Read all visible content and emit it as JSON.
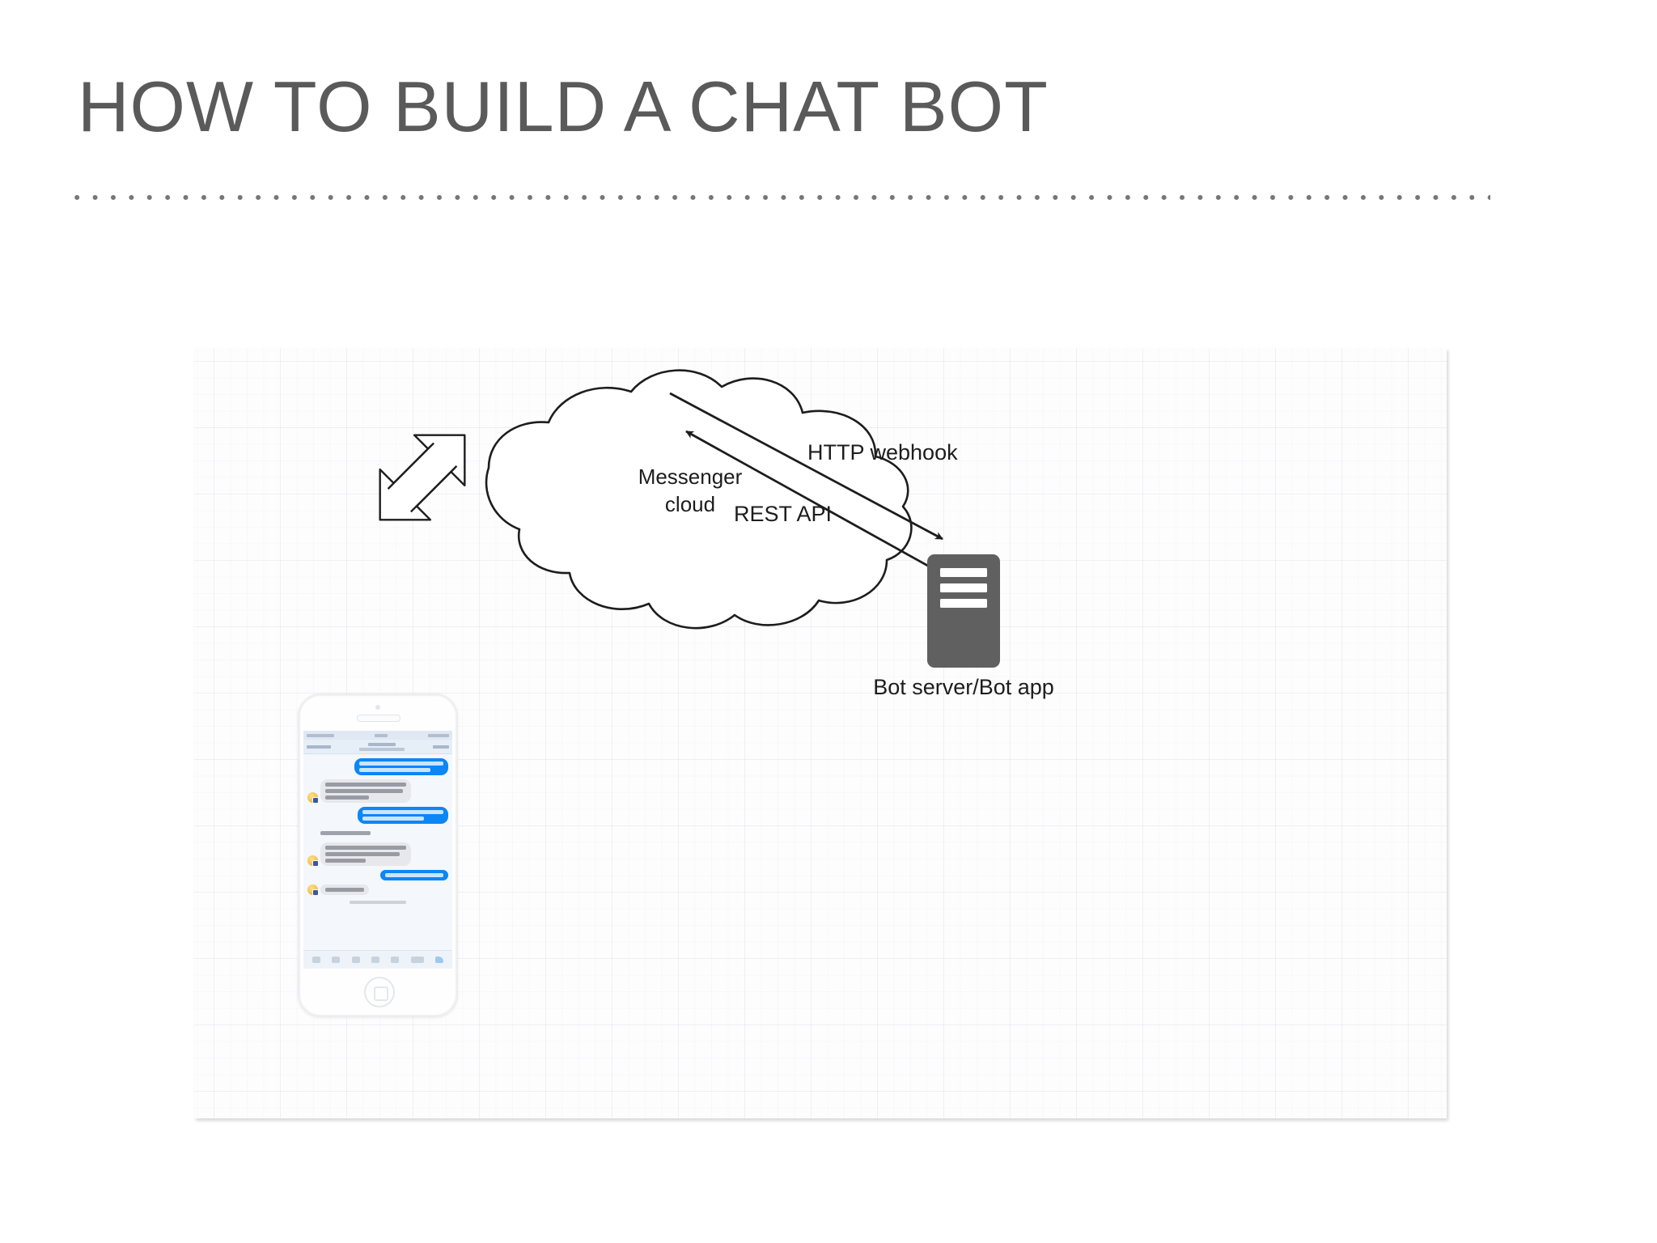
{
  "slide": {
    "title": "HOW TO BUILD A CHAT BOT"
  },
  "diagram": {
    "nodes": {
      "cloud": {
        "label_line1": "Messenger",
        "label_line2": "cloud",
        "icon": "cloud-icon"
      },
      "server": {
        "label": "Bot server/Bot app",
        "icon": "server-icon",
        "color": "#606060"
      },
      "phone": {
        "icon": "iphone-icon",
        "bubble_color_outgoing": "#0d86f7",
        "bubble_color_incoming": "#e6e8ec"
      }
    },
    "connectors": {
      "phone_cloud": {
        "label": "",
        "icon": "double-arrow-icon"
      },
      "webhook": {
        "label": "HTTP webhook",
        "icon": "arrow-icon"
      },
      "rest": {
        "label": "REST API",
        "icon": "arrow-icon"
      }
    }
  },
  "colors": {
    "title": "#5a5a5a",
    "rule": "#75767a",
    "diagram_stroke": "#1d1d1d",
    "server_fill": "#606060",
    "panel_bg": "#fdfdfe"
  }
}
